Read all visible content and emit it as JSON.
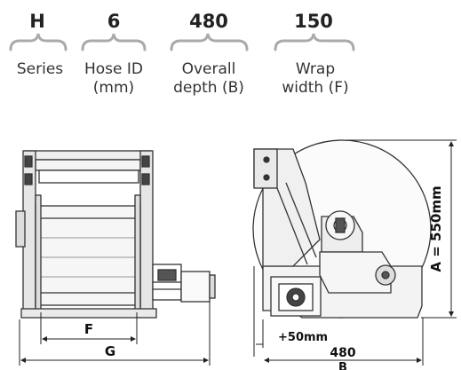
{
  "codes": {
    "series": {
      "value": "H",
      "caption": "Series"
    },
    "hose_id": {
      "value": "6",
      "caption_line1": "Hose ID",
      "caption_line2": "(mm)"
    },
    "depth": {
      "value": "480",
      "caption_line1": "Overall",
      "caption_line2": "depth (B)"
    },
    "wrap": {
      "value": "150",
      "caption_line1": "Wrap",
      "caption_line2": "width (F)"
    }
  },
  "dimensions": {
    "F": "F",
    "G": "G",
    "A": "A = 550mm",
    "offset": "+50mm",
    "B_value": "480",
    "B_label": "B"
  }
}
